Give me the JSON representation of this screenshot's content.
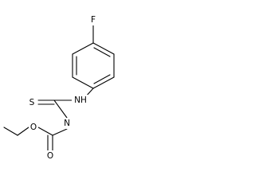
{
  "structure": {
    "atoms": {
      "fluorine": "F",
      "thiocarbonyl_sulfur": "S",
      "thiourea_nh": "NH",
      "imine_nitrogen": "N",
      "carbonyl_oxygen": "O",
      "ester_oxygen": "O"
    },
    "colors": {
      "bond": "#000000",
      "text": "#000000",
      "background": "#ffffff"
    }
  }
}
